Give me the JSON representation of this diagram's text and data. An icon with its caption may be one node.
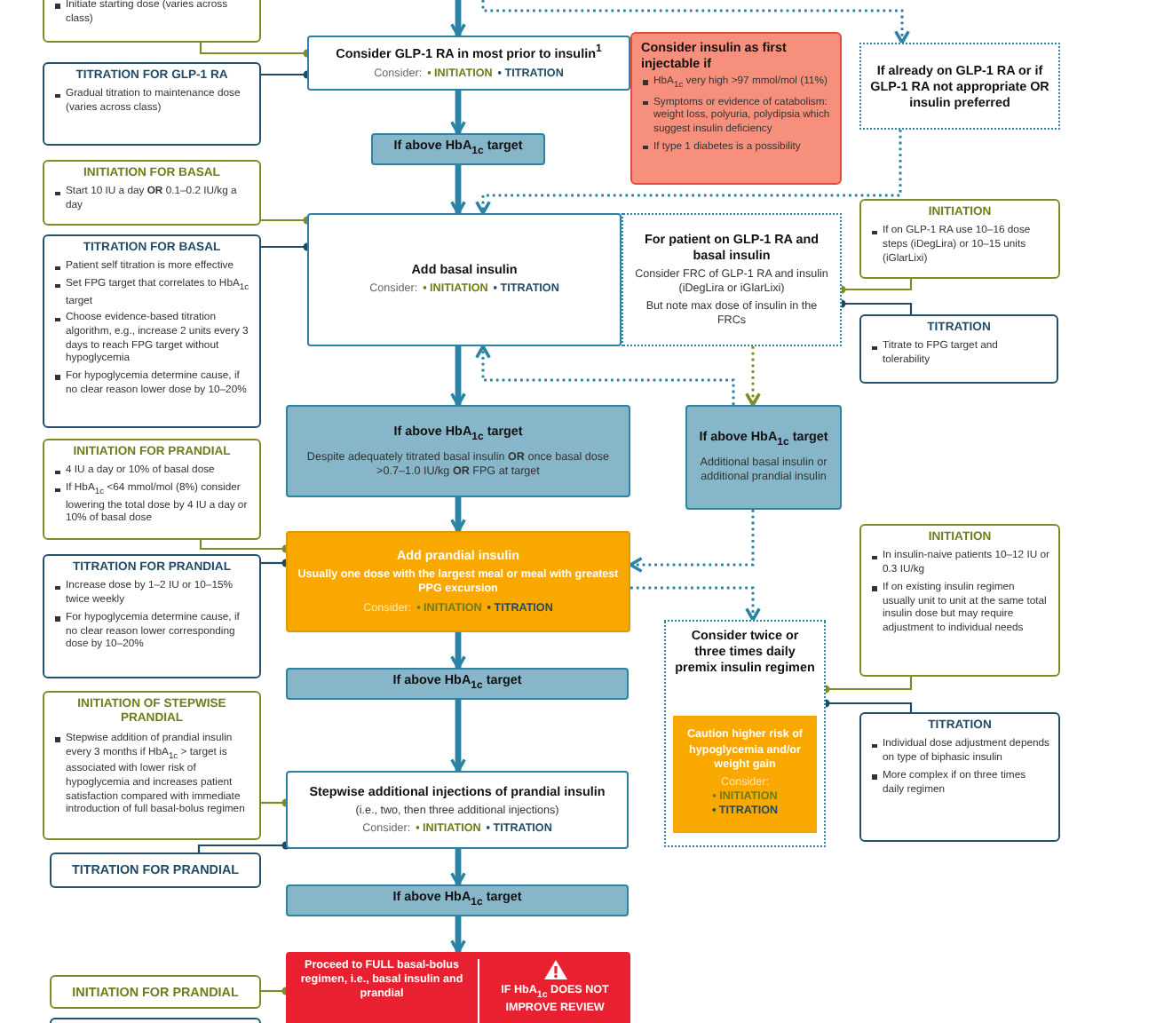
{
  "diagram": {
    "nodes": [
      {
        "text": [
          "Initiate starting dose (varies across class)"
        ]
      },
      {
        "text": [
          "TITRATION FOR GLP-1 RA",
          "Gradual titration to maintenance dose (varies across class)"
        ]
      },
      {
        "text": [
          "INITIATION FOR BASAL",
          "Start 10 IU a day **OR** 0.1–0.2 IU/kg a day"
        ]
      },
      {
        "text": [
          "TITRATION FOR BASAL",
          "Patient self titration is more effective",
          "Set FPG target that correlates to HbA$_{1c}$ target",
          "Choose evidence-based titration algorithm, e.g., increase 2 units every 3 days to reach FPG target without hypoglycemia",
          "For hypoglycemia determine cause, if no clear reason lower dose by 10–20%"
        ]
      },
      {
        "text": [
          "INITIATION FOR PRANDIAL",
          "4 IU a day or 10% of basal dose",
          "If HbA$_{1c}$ <64 mmol/mol (8%) consider lowering the total dose by 4 IU a day or 10% of basal dose"
        ]
      },
      {
        "text": [
          "TITRATION FOR PRANDIAL",
          "Increase dose by 1–2 IU or 10–15% twice weekly",
          "For hypoglycemia determine cause, if no clear reason lower corresponding dose by 10–20%"
        ]
      },
      {
        "text": [
          "INITIATION OF STEPWISE PRANDIAL",
          "Stepwise addition of prandial insulin every 3 months if HbA$_{1c}$ > target is associated with lower risk of hypoglycemia and increases patient satisfaction compared with immediate introduction of full basal-bolus regimen"
        ]
      },
      {
        "text": [
          "TITRATION FOR PRANDIAL"
        ]
      },
      {
        "text": [
          "INITIATION FOR PRANDIAL"
        ]
      },
      {
        "text": [],
        "shape": "box"
      },
      {
        "text": [
          "Consider GLP-1 RA in most prior to insulin$^{1}$",
          "Consider:",
          "• INITIATION",
          "• TITRATION"
        ]
      },
      {
        "text": [
          "If above HbA$_{1c}$ target"
        ]
      },
      {
        "text": [
          "Consider insulin as first injectable if",
          "HbA$_{1c}$ very high >97 mmol/mol (11%)",
          "Symptoms or evidence of catabolism: weight loss, polyuria, polydipsia which suggest insulin deficiency",
          "If type 1 diabetes is a possibility"
        ]
      },
      {
        "text": [
          "If already on GLP-1 RA or if GLP-1 RA not appropriate OR insulin preferred"
        ]
      },
      {
        "text": [
          "Add basal insulin",
          "Consider:",
          "• INITIATION",
          "• TITRATION"
        ]
      },
      {
        "text": [
          "For patient on GLP-1 RA and basal insulin",
          "Consider FRC of GLP-1 RA and insulin (iDegLira or iGlarLixi)",
          "But note max dose of insulin in the FRCs"
        ]
      },
      {
        "text": [
          "INITIATION",
          "If on GLP-1 RA use 10–16 dose steps (iDegLira) or 10–15 units (iGlarLixi)"
        ]
      },
      {
        "text": [
          "TITRATION",
          "Titrate to FPG target and tolerability"
        ]
      },
      {
        "text": [
          "If above HbA$_{1c}$ target",
          "Despite adequately titrated basal insulin **OR** once basal dose >0.7–1.0 IU/kg **OR** FPG at target"
        ]
      },
      {
        "text": [
          "If above HbA$_{1c}$ target",
          "Additional basal insulin or additional prandial insulin"
        ]
      },
      {
        "text": [
          "Add prandial insulin",
          "Usually one dose with the largest meal or meal with greatest PPG excursion",
          "Consider:",
          "• INITIATION",
          "• TITRATION"
        ]
      },
      {
        "text": [
          "Consider twice or three times daily premix insulin regimen"
        ]
      },
      {
        "text": [
          "Caution higher risk of hypoglycemia and/or weight gain",
          "Consider:",
          "• INITIATION",
          "• TITRATION"
        ],
        "in": 21
      },
      {
        "text": [
          "INITIATION",
          "In insulin-naive patients 10–12 IU or 0.3 IU/kg",
          "If on existing insulin regimen usually unit to unit at the same total insulin dose but may require adjustment to individual needs"
        ]
      },
      {
        "text": [
          "TITRATION",
          "Individual dose adjustment depends on type of biphasic insulin",
          "More complex if on three times daily regimen"
        ]
      },
      {
        "text": [
          "If above HbA$_{1c}$ target"
        ]
      },
      {
        "text": [
          "Stepwise additional injections of prandial insulin",
          "(i.e., two, then three additional injections)",
          "Consider:",
          "• INITIATION",
          "• TITRATION"
        ]
      },
      {
        "text": [
          "If above HbA$_{1c}$ target"
        ]
      },
      {
        "text": [
          "Proceed to FULL basal-bolus regimen, i.e., basal insulin and prandial",
          "IF HbA$_{1c}$ DOES NOT IMPROVE REVIEW"
        ]
      }
    ],
    "edges": [
      {
        "from": null,
        "to": 10,
        "arrow": "to",
        "style": "thick"
      },
      {
        "from": null,
        "to": 13,
        "arrow": "to",
        "style": "dashed"
      },
      {
        "from": 0,
        "to": 10,
        "arrow": "other",
        "color": "#7d8c24"
      },
      {
        "from": 1,
        "to": 10,
        "arrow": "other",
        "color": "#1f4b66"
      },
      {
        "from": 10,
        "to": 11,
        "arrow": "to",
        "style": "thick"
      },
      {
        "from": 11,
        "to": 14,
        "arrow": "to",
        "style": "thick"
      },
      {
        "from": 13,
        "to": 14,
        "arrow": "to",
        "style": "dashed"
      },
      {
        "from": 2,
        "to": 14,
        "arrow": "other",
        "color": "#7d8c24"
      },
      {
        "from": 3,
        "to": 14,
        "arrow": "other",
        "color": "#1f4b66"
      },
      {
        "from": 16,
        "to": 15,
        "arrow": "other",
        "color": "#7d8c24"
      },
      {
        "from": 17,
        "to": 15,
        "arrow": "other",
        "color": "#1f4b66"
      },
      {
        "from": 14,
        "to": 18,
        "arrow": "to",
        "style": "thick"
      },
      {
        "from": 15,
        "to": 19,
        "arrow": "to",
        "style": "dashed",
        "color": "#7d8c24"
      },
      {
        "from": 19,
        "to": 14,
        "arrow": "to",
        "style": "dashed"
      },
      {
        "from": 18,
        "to": 20,
        "arrow": "to",
        "style": "thick"
      },
      {
        "from": 19,
        "to": 20,
        "arrow": "to",
        "style": "dashed"
      },
      {
        "from": 4,
        "to": 20,
        "arrow": "other",
        "color": "#7d8c24"
      },
      {
        "from": 5,
        "to": 20,
        "arrow": "other",
        "color": "#1f4b66"
      },
      {
        "from": 20,
        "to": 21,
        "arrow": "to",
        "style": "dashed"
      },
      {
        "from": 20,
        "to": 25,
        "arrow": "to",
        "style": "thick"
      },
      {
        "from": 23,
        "to": 21,
        "arrow": "other",
        "color": "#7d8c24"
      },
      {
        "from": 24,
        "to": 21,
        "arrow": "other",
        "color": "#1f4b66"
      },
      {
        "from": 25,
        "to": 26,
        "arrow": "to",
        "style": "thick"
      },
      {
        "from": 6,
        "to": 26,
        "arrow": "other",
        "color": "#7d8c24"
      },
      {
        "from": 7,
        "to": 26,
        "arrow": "other",
        "color": "#1f4b66"
      },
      {
        "from": 26,
        "to": 27,
        "arrow": "to",
        "style": "thick"
      },
      {
        "from": 27,
        "to": 28,
        "arrow": "to",
        "style": "thick"
      },
      {
        "from": 8,
        "to": 28,
        "arrow": "other",
        "color": "#7d8c24"
      }
    ]
  }
}
